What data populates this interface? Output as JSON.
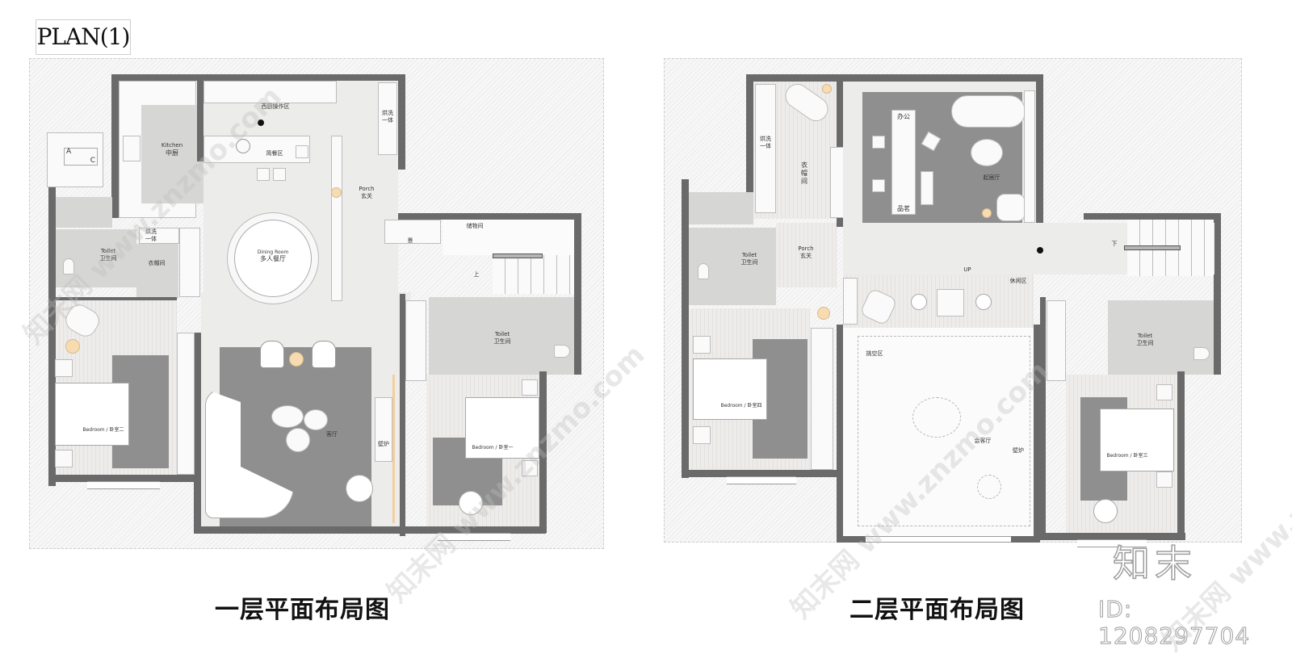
{
  "sheet": {
    "plan_tag": "PLAN(1)",
    "brand": "知末",
    "id_label": "ID: 1208297704",
    "watermark_text": "知末网 www.znzmo.com"
  },
  "floor1": {
    "caption": "一层平面布局图",
    "rooms": {
      "kitchen_en": "Kitchen",
      "kitchen_cn": "中厨",
      "western_kitchen": "西厨操作区",
      "breakfast": "简餐区",
      "washer_1": "烘洗",
      "washer_2": "一体",
      "porch_en": "Porch",
      "porch_cn": "玄关",
      "dining_en": "Dining Room",
      "dining_cn": "多人餐厅",
      "storage": "储物间",
      "stair_up": "上",
      "planter": "景",
      "toilet_left_en": "Toilet",
      "toilet_left_cn": "卫生间",
      "closet": "衣帽间",
      "laundry_1": "烘洗",
      "laundry_2": "一体",
      "bedroom2": "Bedroom / 卧室二",
      "living": "客厅",
      "fireplace": "壁炉",
      "toilet_right_en": "Toilet",
      "toilet_right_cn": "卫生间",
      "bedroom1": "Bedroom / 卧室一",
      "ac_label_a": "A",
      "ac_label_c": "C"
    }
  },
  "floor2": {
    "caption": "二层平面布局图",
    "rooms": {
      "washer_1": "烘洗",
      "washer_2": "一体",
      "closet_1": "衣",
      "closet_2": "帽",
      "closet_3": "间",
      "office": "办公",
      "tea": "品茗",
      "family_room": "起居厅",
      "porch_en": "Porch",
      "porch_cn": "玄关",
      "toilet_left_en": "Toilet",
      "toilet_left_cn": "卫生间",
      "up": "UP",
      "leisure": "休闲区",
      "stair_down": "下",
      "void": "挑空区",
      "reception": "会客厅",
      "fireplace": "壁炉",
      "bedroom4": "Bedroom / 卧室四",
      "toilet_right_en": "Toilet",
      "toilet_right_cn": "卫生间",
      "bedroom3": "Bedroom / 卧室三"
    }
  },
  "colors": {
    "wall": "#6a6a6a",
    "rug": "#8f8f8f",
    "accent_stool": "#f7dcb2",
    "floor_stone": "#ececea",
    "floor_terrazzo": "#d6d6d4"
  }
}
